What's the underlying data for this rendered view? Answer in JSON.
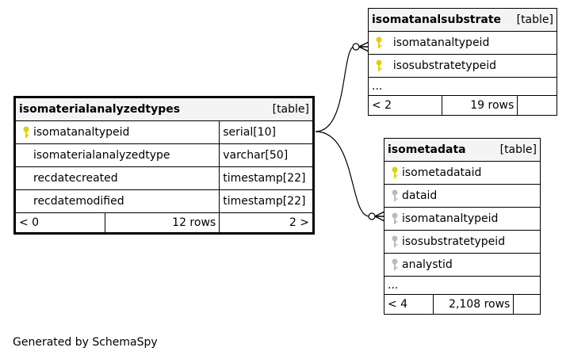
{
  "colors": {
    "primary_key": "#e1d000",
    "foreign_key": "#bbbbbb"
  },
  "main_table": {
    "name": "isomaterialanalyzedtypes",
    "tag": "[table]",
    "rows": [
      {
        "name": "isomatanaltypeid",
        "type": "serial[10]",
        "key": "primary-key-icon"
      },
      {
        "name": "isomaterialanalyzedtype",
        "type": "varchar[50]",
        "key": ""
      },
      {
        "name": "recdatecreated",
        "type": "timestamp[22]",
        "key": ""
      },
      {
        "name": "recdatemodified",
        "type": "timestamp[22]",
        "key": ""
      }
    ],
    "footer": {
      "left": "< 0",
      "mid": "12 rows",
      "right": "2 >"
    }
  },
  "substrate_table": {
    "name": "isomatanalsubstrate",
    "tag": "[table]",
    "rows": [
      {
        "name": "isomatanaltypeid",
        "key": "primary-key-icon"
      },
      {
        "name": "isosubstratetypeid",
        "key": "primary-key-icon"
      }
    ],
    "ellipsis": "...",
    "footer": {
      "left": "< 2",
      "mid": "19 rows"
    }
  },
  "metadata_table": {
    "name": "isometadata",
    "tag": "[table]",
    "rows": [
      {
        "name": "isometadataid",
        "key": "primary-key-icon"
      },
      {
        "name": "dataid",
        "key": "foreign-key-icon"
      },
      {
        "name": "isomatanaltypeid",
        "key": "foreign-key-icon"
      },
      {
        "name": "isosubstratetypeid",
        "key": "foreign-key-icon"
      },
      {
        "name": "analystid",
        "key": "foreign-key-icon"
      }
    ],
    "ellipsis": "...",
    "footer": {
      "left": "< 4",
      "mid": "2,108 rows"
    }
  },
  "caption": "Generated by SchemaSpy"
}
